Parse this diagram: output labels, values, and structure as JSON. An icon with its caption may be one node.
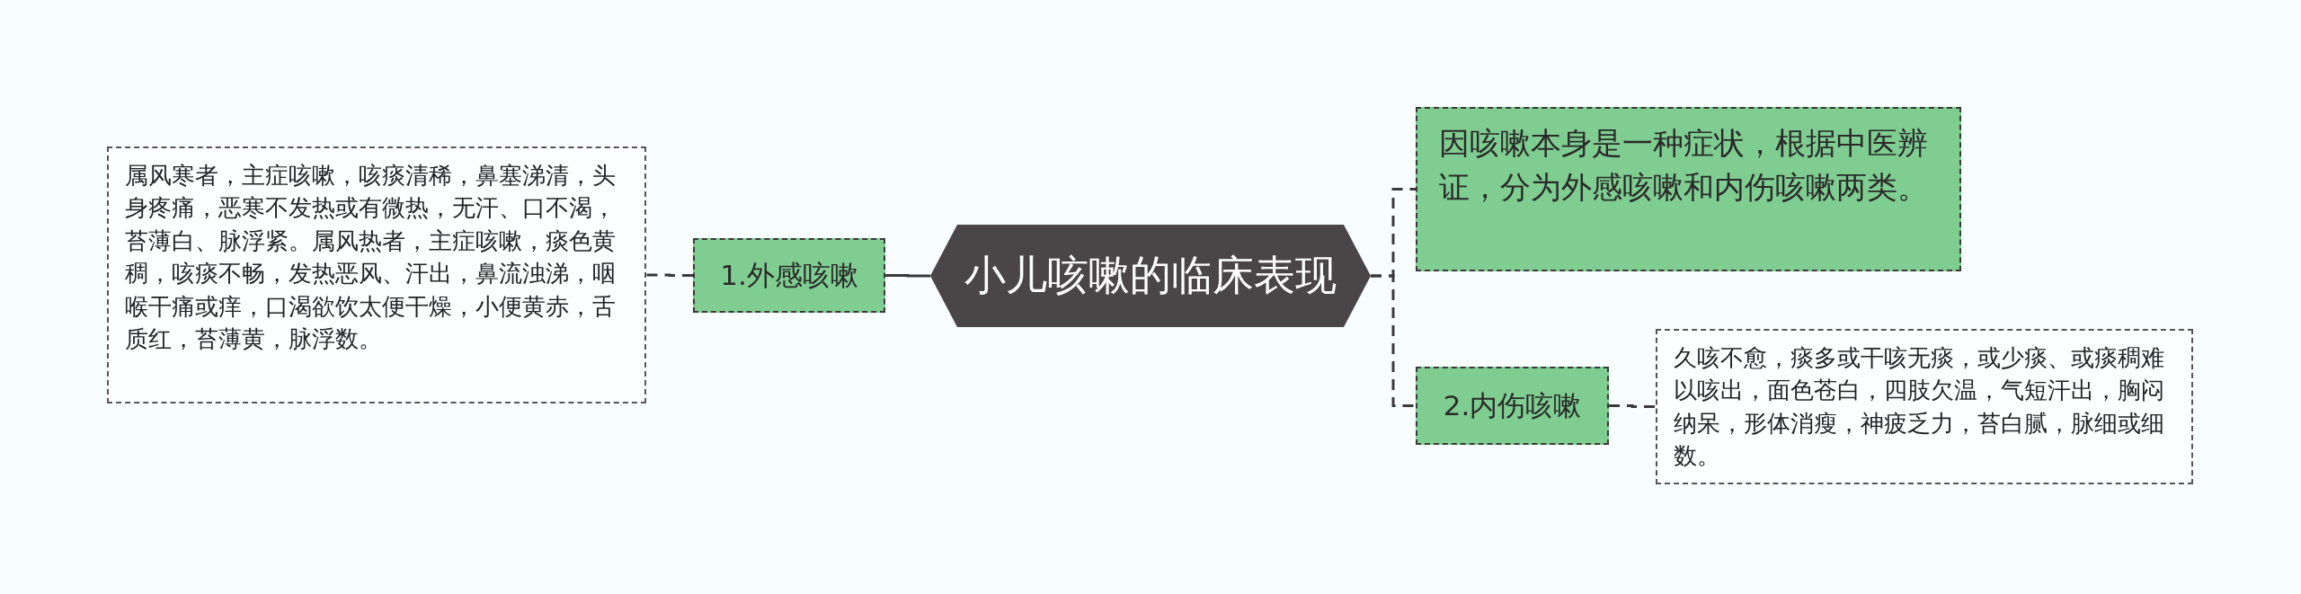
{
  "diagram": {
    "nodes": [
      {
        "text": [
          "小儿咳嗽的临床表现"
        ]
      },
      {
        "text": [
          "1.外感咳嗽"
        ]
      },
      {
        "text": [
          "属风寒者，主症咳嗽，咳痰清稀，鼻塞涕清，头身疼痛，恶寒不发热或有微热，无汗、口不渴，苔薄白、脉浮紧。属风热者，主症咳嗽，痰色黄稠，咳痰不畅，发热恶风、汗出，鼻流浊涕，咽喉干痛或痒，口渴欲饮太便干燥，小便黄赤，舌质红，苔薄黄，脉浮数。"
        ]
      },
      {
        "text": [
          "因咳嗽本身是一种症状，根据中医辨证，分为外感咳嗽和内伤咳嗽两类。"
        ]
      },
      {
        "text": [
          "2.内伤咳嗽"
        ]
      },
      {
        "text": [
          "久咳不愈，痰多或干咳无痰，或少痰、或痰稠难以咳出，面色苍白，四肢欠温，气短汗出，胸闷纳呆，形体消瘦，神疲乏力，苔白腻，脉细或细数。"
        ]
      }
    ],
    "edges": [
      {
        "from": 0,
        "to": 1,
        "arrow": "none"
      },
      {
        "from": 1,
        "to": 2,
        "arrow": "none",
        "style": "dashed"
      },
      {
        "from": 0,
        "to": 3,
        "arrow": "none",
        "style": "dashed"
      },
      {
        "from": 0,
        "to": 4,
        "arrow": "none",
        "style": "dashed"
      },
      {
        "from": 4,
        "to": 5,
        "arrow": "none",
        "style": "dashed"
      }
    ]
  }
}
